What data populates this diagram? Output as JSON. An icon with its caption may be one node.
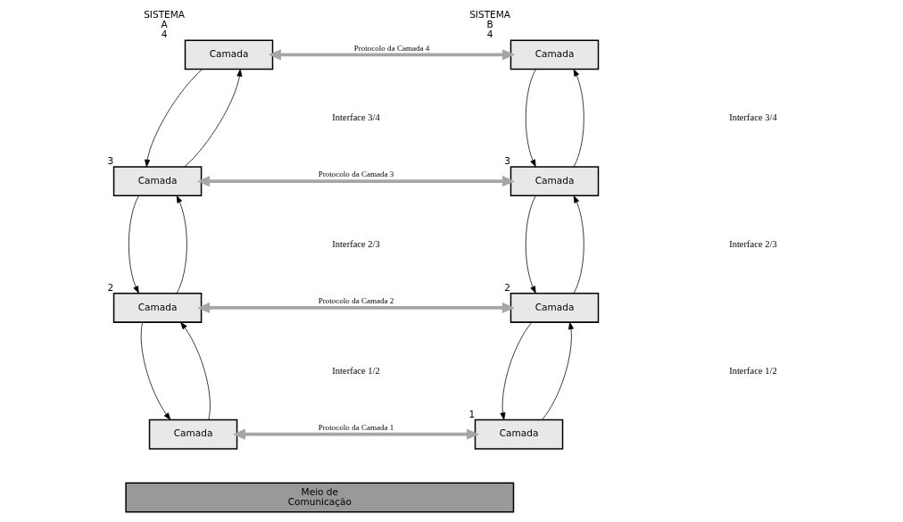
{
  "diagram": {
    "nodes": [
      {
        "text": [
          "Camada"
        ],
        "beside": [
          "SISTEMA",
          "A",
          "4"
        ]
      },
      {
        "text": [
          "Camada"
        ],
        "beside": [
          "SISTEMA",
          "B",
          "4"
        ]
      },
      {
        "text": [
          "Camada"
        ],
        "beside": [
          "3"
        ]
      },
      {
        "text": [
          "Camada"
        ],
        "beside": [
          "3"
        ]
      },
      {
        "text": [
          "Camada"
        ],
        "beside": [
          "2"
        ]
      },
      {
        "text": [
          "Camada"
        ],
        "beside": [
          "2"
        ]
      },
      {
        "text": [
          "Camada"
        ]
      },
      {
        "text": [
          "Camada"
        ],
        "beside": [
          "1"
        ]
      },
      {
        "text": [
          "Meio de",
          "Comunicação"
        ]
      }
    ],
    "edges": [
      {
        "from": 0,
        "to": 1,
        "arrow": "both",
        "label": "Protocolo da Camada 4",
        "style": "thick",
        "color": "#a6a6a6"
      },
      {
        "from": 0,
        "to": 2,
        "arrow": "to"
      },
      {
        "from": 2,
        "to": 0,
        "arrow": "to"
      },
      {
        "from": 1,
        "to": 3,
        "arrow": "to"
      },
      {
        "from": 3,
        "to": 1,
        "arrow": "to"
      },
      {
        "from": 2,
        "to": 3,
        "arrow": "both",
        "label": "Protocolo da Camada 3",
        "style": "thick",
        "color": "#a6a6a6"
      },
      {
        "from": 2,
        "to": 4,
        "arrow": "to"
      },
      {
        "from": 4,
        "to": 2,
        "arrow": "to"
      },
      {
        "from": 3,
        "to": 5,
        "arrow": "to"
      },
      {
        "from": 5,
        "to": 3,
        "arrow": "to"
      },
      {
        "from": 4,
        "to": 5,
        "arrow": "both",
        "label": "Protocolo da Camada 2",
        "style": "thick",
        "color": "#a6a6a6"
      },
      {
        "from": 4,
        "to": 6,
        "arrow": "to"
      },
      {
        "from": 6,
        "to": 4,
        "arrow": "to"
      },
      {
        "from": 5,
        "to": 7,
        "arrow": "to"
      },
      {
        "from": 7,
        "to": 5,
        "arrow": "to"
      },
      {
        "from": 6,
        "to": 7,
        "arrow": "both",
        "label": "Protocolo da Camada 1",
        "style": "thick",
        "color": "#a6a6a6"
      }
    ],
    "labels": [
      "Interface 3/4",
      "Interface 3/4",
      "Interface 2/3",
      "Interface 2/3",
      "Interface 1/2",
      "Interface 1/2"
    ]
  }
}
